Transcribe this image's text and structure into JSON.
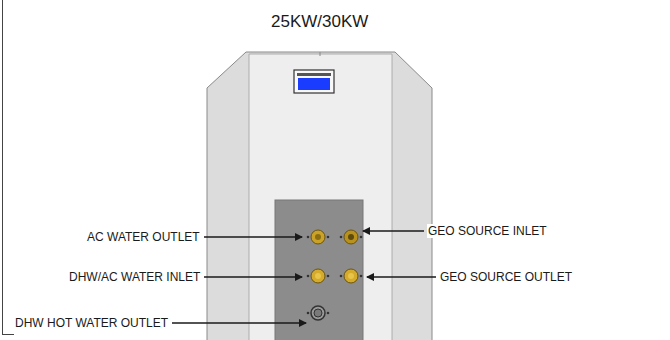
{
  "diagram": {
    "title": "25KW/30KW",
    "labels": [
      "AC WATER OUTLET",
      "GEO SOURCE INLET",
      "DHW/AC WATER INLET",
      "GEO SOURCE OUTLET",
      "DHW HOT WATER OUTLET"
    ]
  }
}
